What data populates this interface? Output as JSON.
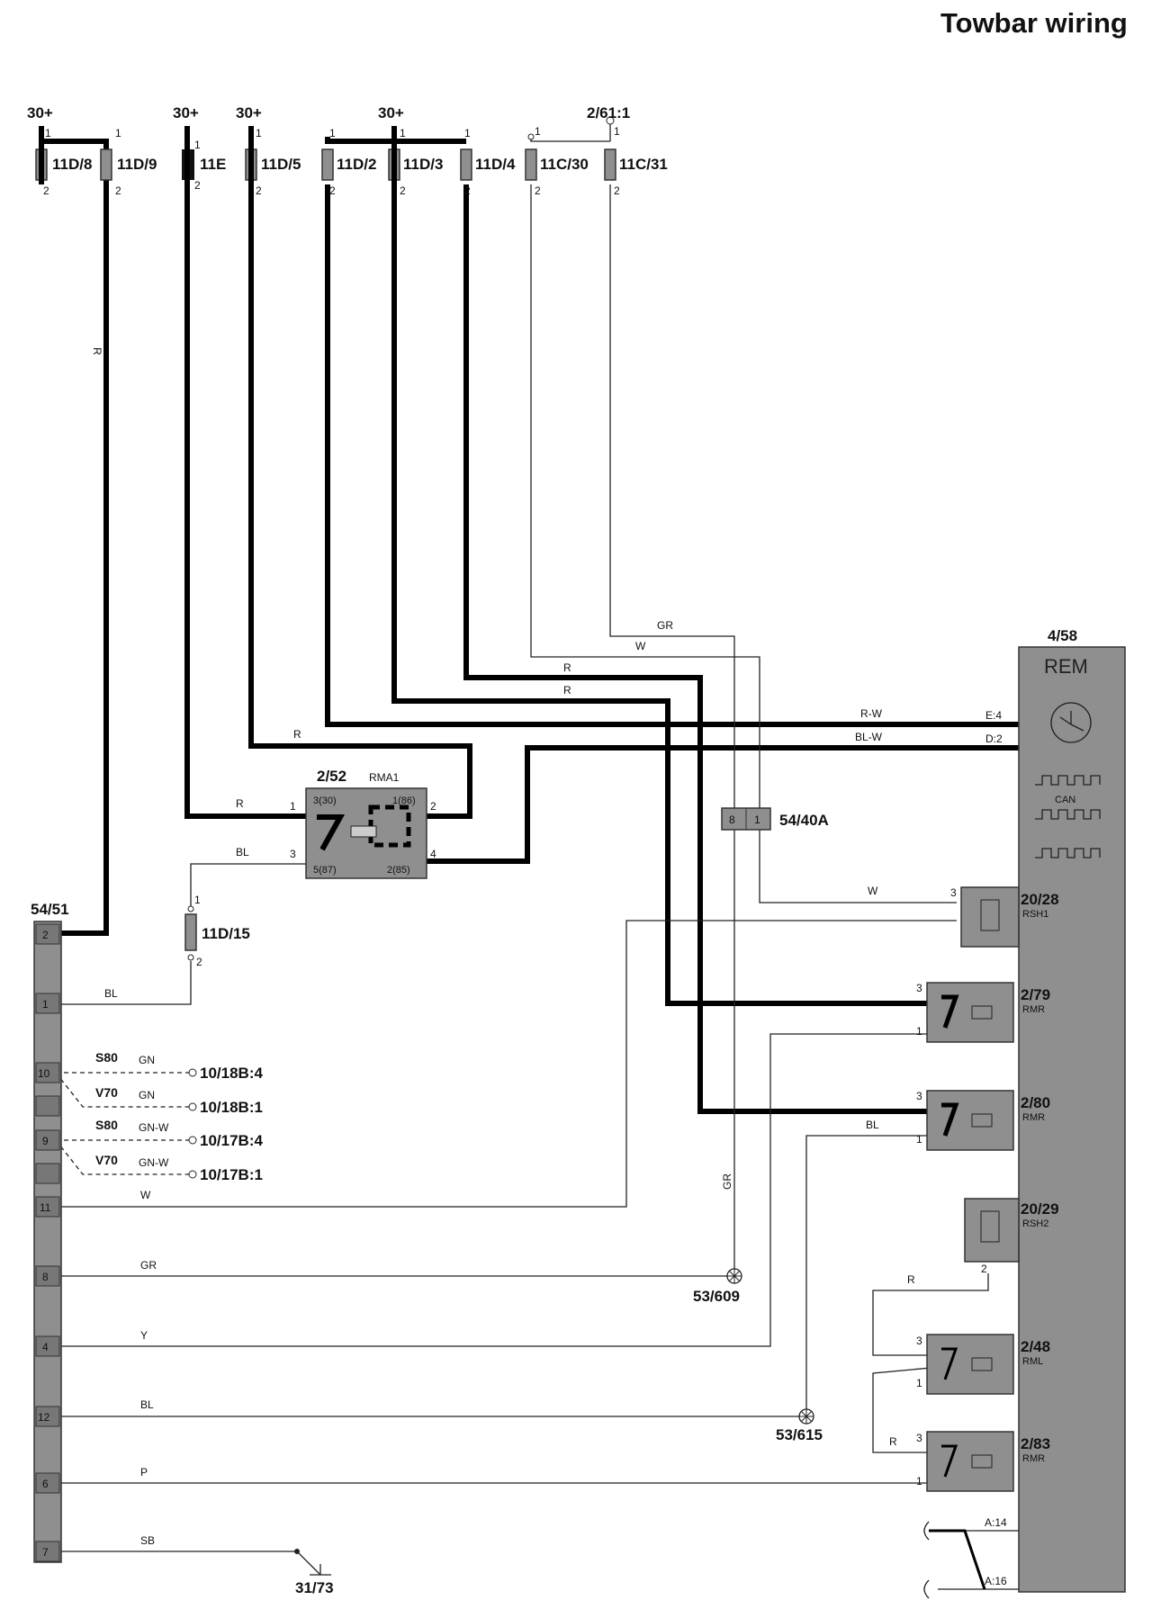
{
  "title": "Towbar wiring",
  "supply_labels": {
    "s1": "30+",
    "s2": "30+",
    "s3": "30+",
    "s4": "30+",
    "s5": "2/61:1"
  },
  "fuses": [
    {
      "id": "11D/8"
    },
    {
      "id": "11D/9"
    },
    {
      "id": "11E"
    },
    {
      "id": "11D/5"
    },
    {
      "id": "11D/2"
    },
    {
      "id": "11D/3"
    },
    {
      "id": "11D/4"
    },
    {
      "id": "11C/30"
    },
    {
      "id": "11C/31"
    }
  ],
  "fuse_11d15": "11D/15",
  "relay_252": {
    "id": "2/52",
    "name": "RMA1",
    "t30": "3(30)",
    "t86": "1(86)",
    "t87": "5(87)",
    "t85": "2(85)"
  },
  "conn_5440a": {
    "id": "54/40A",
    "pin_left": "8",
    "pin_right": "1"
  },
  "conn_5451": {
    "id": "54/51",
    "pins": [
      "2",
      "1",
      "10",
      "",
      "9",
      "",
      "11",
      "8",
      "4",
      "12",
      "6",
      "7"
    ]
  },
  "rem": {
    "id": "4/58",
    "name": "REM",
    "can": "CAN",
    "e4": "E:4",
    "d2": "D:2",
    "a14": "A:14",
    "a16": "A:16"
  },
  "components": {
    "c2028": {
      "id": "20/28",
      "sub": "RSH1"
    },
    "c279": {
      "id": "2/79",
      "sub": "RMR"
    },
    "c280": {
      "id": "2/80",
      "sub": "RMR"
    },
    "c2029": {
      "id": "20/29",
      "sub": "RSH2"
    },
    "c248": {
      "id": "2/48",
      "sub": "RML"
    },
    "c283": {
      "id": "2/83",
      "sub": "RMR"
    }
  },
  "wire_colors": {
    "r": "R",
    "gr": "GR",
    "w": "W",
    "rw": "R-W",
    "blw": "BL-W",
    "bl": "BL",
    "gn": "GN",
    "gnw": "GN-W",
    "y": "Y",
    "p": "P",
    "sb": "SB"
  },
  "variants": {
    "s80": "S80",
    "v70": "V70"
  },
  "refs": {
    "r1": "10/18B:4",
    "r2": "10/18B:1",
    "r3": "10/17B:4",
    "r4": "10/17B:1"
  },
  "grounds": {
    "g1": "53/609",
    "g2": "53/615",
    "g3": "31/73"
  }
}
